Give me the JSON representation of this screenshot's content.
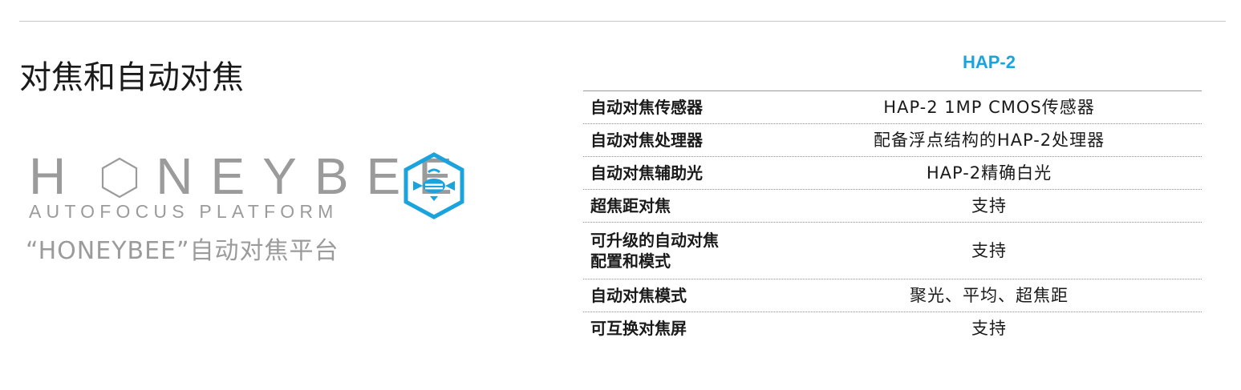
{
  "section_title": "对焦和自动对焦",
  "logo": {
    "word_prefix": "H",
    "word_suffix": "NEYBEE",
    "subtitle": "AUTOFOCUS PLATFORM",
    "caption": "“HONEYBEE”自动对焦平台",
    "brand_color": "#1aa3dc",
    "text_color": "#9b9b9b",
    "badge_icon": "bee-hexagon-icon"
  },
  "spec_table": {
    "column_header": "HAP-2",
    "rows": [
      {
        "label": "自动对焦传感器",
        "value": "HAP-2 1MP CMOS传感器"
      },
      {
        "label": "自动对焦处理器",
        "value": "配备浮点结构的HAP-2处理器"
      },
      {
        "label": "自动对焦辅助光",
        "value": "HAP-2精确白光"
      },
      {
        "label": "超焦距对焦",
        "value": "支持"
      },
      {
        "label": "可升级的自动对焦\n配置和模式",
        "value": "支持"
      },
      {
        "label": "自动对焦模式",
        "value": "聚光、平均、超焦距"
      },
      {
        "label": "可互换对焦屏",
        "value": "支持"
      }
    ]
  }
}
